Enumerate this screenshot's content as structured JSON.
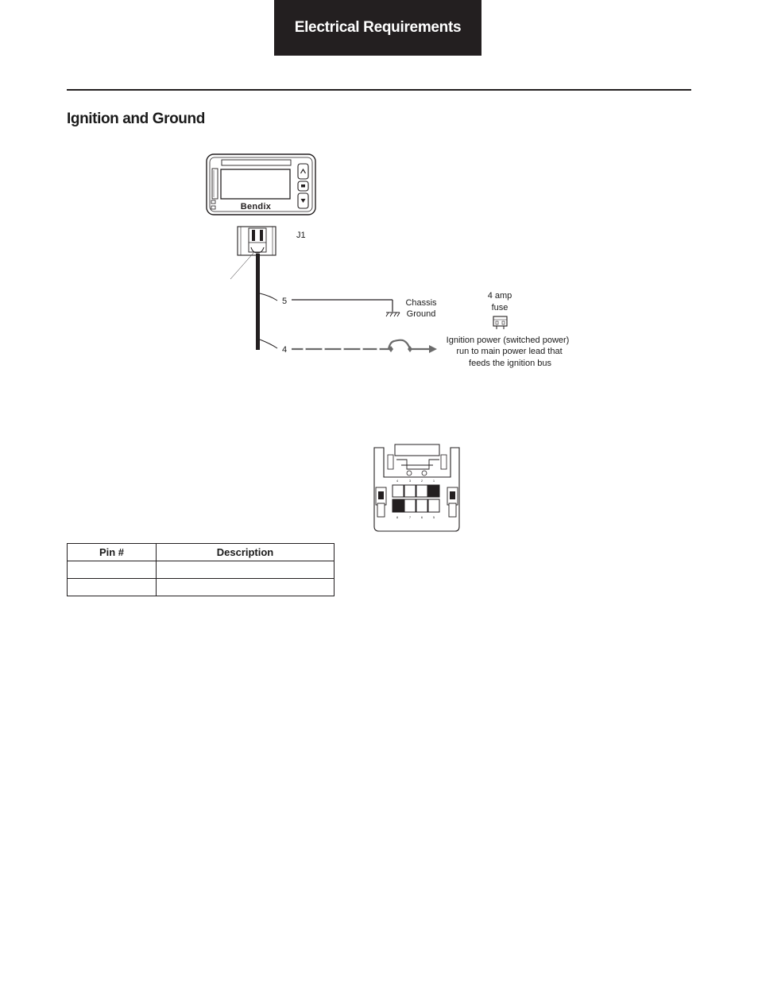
{
  "header": {
    "title": "Electrical Requirements"
  },
  "section": {
    "title": "Ignition and Ground"
  },
  "diagram": {
    "device_brand": "Bendix",
    "connector_label": "J1",
    "wires": [
      {
        "pin": "5",
        "label_line1": "Chassis",
        "label_line2": "Ground"
      },
      {
        "pin": "4",
        "label_line1": "Ignition power (switched power)",
        "label_line2": "run to main power lead that",
        "label_line3": "feeds the ignition bus"
      }
    ],
    "fuse": {
      "line1": "4  amp",
      "line2": "fuse"
    }
  },
  "connector_pinout": {
    "top_row": [
      "4",
      "3",
      "2",
      "1"
    ],
    "bottom_row": [
      "8",
      "7",
      "6",
      "5"
    ]
  },
  "pin_table": {
    "headers": [
      "Pin #",
      "Description"
    ],
    "rows": [
      [
        "",
        ""
      ],
      [
        "",
        ""
      ]
    ]
  }
}
